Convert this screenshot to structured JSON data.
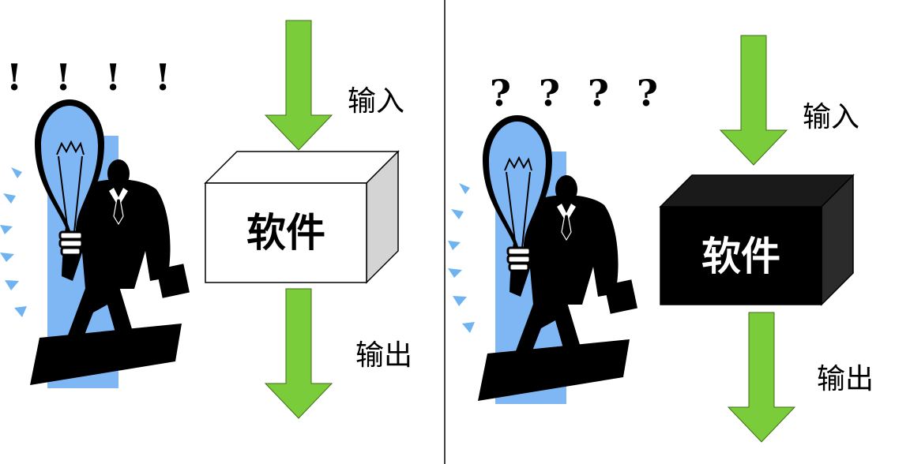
{
  "left_panel": {
    "marks": [
      "!",
      "!",
      "!",
      "!"
    ],
    "input_label": "输入",
    "output_label": "输出",
    "box_label": "软件",
    "box_fill": "#ffffff",
    "box_text_color": "#000000"
  },
  "right_panel": {
    "marks": [
      "?",
      "?",
      "?",
      "?"
    ],
    "input_label": "输入",
    "output_label": "输出",
    "box_label": "软件",
    "box_fill": "#000000",
    "box_text_color": "#ffffff"
  },
  "colors": {
    "arrow": "#7ACC3A",
    "arrow_outline": "#3f6e15",
    "panel_rect": "#7FB7F5",
    "rays": "#6FB4F0",
    "divider": "#000000"
  }
}
